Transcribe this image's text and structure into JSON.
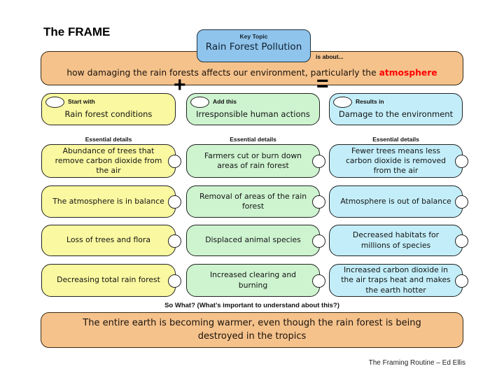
{
  "title": "The FRAME",
  "key_topic": {
    "label": "Key Topic",
    "value": "Rain Forest Pollution"
  },
  "is_about": {
    "label": "is about...",
    "text_prefix": "how damaging the rain forests affects our environment, particularly the ",
    "highlight": "atmosphere"
  },
  "operators": {
    "plus": "+",
    "equals": "="
  },
  "columns": [
    {
      "header_label": "Start with",
      "header_value": "Rain forest conditions",
      "details_label": "Essential details",
      "color": "#FAF8A0",
      "details": [
        "Abundance of trees that remove carbon dioxide from the air",
        "The atmosphere is in balance",
        "Loss of trees and flora",
        "Decreasing total rain forest"
      ]
    },
    {
      "header_label": "Add this",
      "header_value": "Irresponsible human actions",
      "details_label": "Essential details",
      "color": "#CDF3CF",
      "details": [
        "Farmers cut or burn down areas of rain forest",
        "Removal of areas of the rain forest",
        "Displaced animal species",
        "Increased clearing and burning"
      ]
    },
    {
      "header_label": "Results in",
      "header_value": "Damage to the environment",
      "details_label": "Essential details",
      "color": "#C3EEF9",
      "details": [
        "Fewer trees means less carbon dioxide is removed from the air",
        "Atmosphere is out of balance",
        "Decreased habitats for millions of species",
        "Increased carbon dioxide in the air traps heat and makes the earth hotter"
      ]
    }
  ],
  "so_what": "So What? (What’s important to understand about this?)",
  "conclusion": "The entire earth is becoming warmer, even though the rain forest is being destroyed in the tropics",
  "footer": "The Framing Routine – Ed Ellis",
  "colors": {
    "orange_box": "#F5C28C",
    "topic_blue": "#8FC4EC",
    "column_yellow": "#FAF8A0",
    "column_green": "#CDF3CF",
    "column_cyan": "#C3EEF9",
    "highlight_red": "#FF0000"
  }
}
